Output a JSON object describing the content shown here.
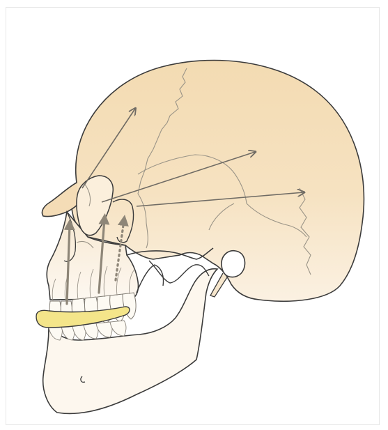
{
  "figure": {
    "subject": "lateral-view-skull-illustration",
    "colors": {
      "cranium_fill": "#f5deb8",
      "face_fill_light": "#fbf3e6",
      "outline": "#3b3b3b",
      "suture": "#9a9487",
      "arrow": "#7b776f",
      "vertical_arrow": "#8e8678",
      "highlight_band": "#f4e58a"
    },
    "arrows": [
      {
        "name": "frontal-upward-arrow",
        "style": "solid"
      },
      {
        "name": "frontal-parietal-arrow",
        "style": "solid"
      },
      {
        "name": "temporal-posterior-arrow",
        "style": "solid"
      },
      {
        "name": "vertical-arrow-left",
        "style": "solid"
      },
      {
        "name": "vertical-arrow-middle",
        "style": "solid"
      },
      {
        "name": "vertical-arrow-right",
        "style": "dotted"
      }
    ]
  }
}
